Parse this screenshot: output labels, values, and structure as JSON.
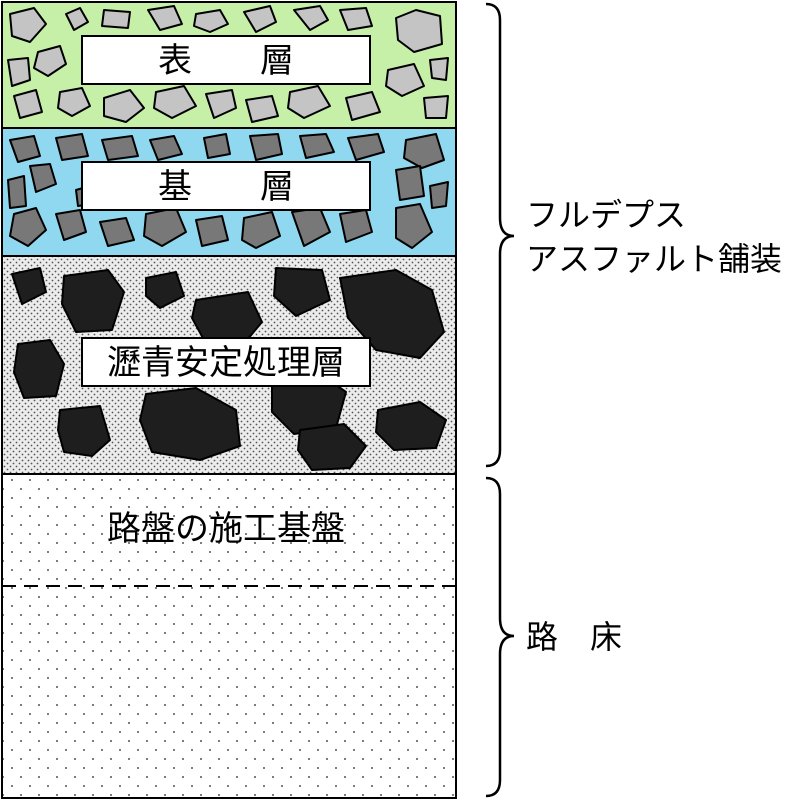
{
  "layers": {
    "surface": {
      "label": "表　　層",
      "fill": "#c6f0a8",
      "stone_fill": "#c4c4c4"
    },
    "base": {
      "label": "基　　層",
      "fill": "#8fd8ef",
      "stone_fill": "#787878"
    },
    "asphalt_treated": {
      "label": "瀝青安定処理層",
      "fill": "#ececec",
      "stone_fill": "#1e1e1e"
    },
    "subgrade_foundation": {
      "label": "路盤の施工基盤"
    }
  },
  "brackets": {
    "full_depth": {
      "line1": "フルデプス",
      "line2": "アスファルト舗装"
    },
    "roadbed": {
      "label": "路　床"
    }
  },
  "colors": {
    "outline": "#000000",
    "dot": "#555555",
    "background": "#ffffff"
  }
}
